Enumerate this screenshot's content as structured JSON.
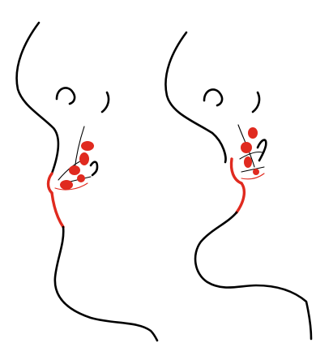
{
  "colors": {
    "ink": "#000000",
    "accent": "#e02a1f",
    "background": "#ffffff"
  },
  "figures": [
    {
      "id": "left-profile",
      "icon": "face-profile-drawing"
    },
    {
      "id": "right-profile",
      "icon": "face-profile-drawing"
    }
  ]
}
